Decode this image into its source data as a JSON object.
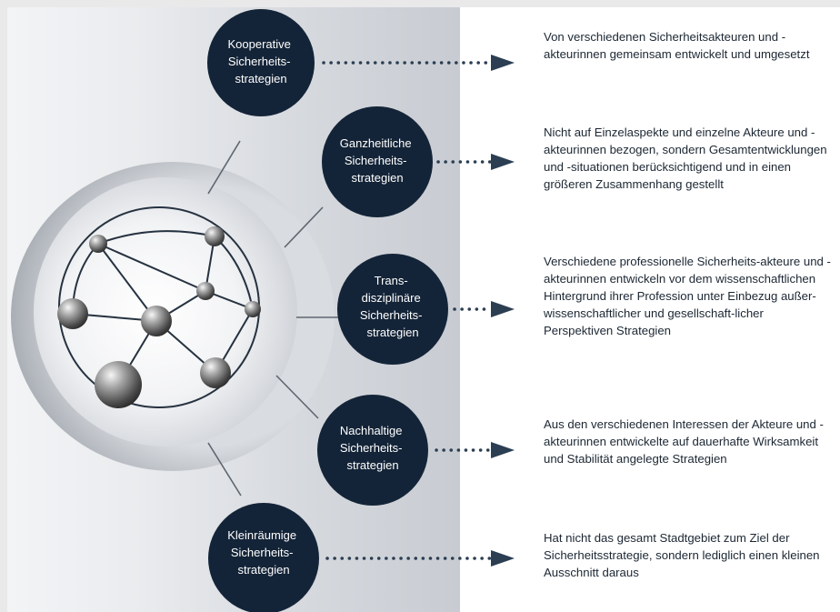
{
  "nodes": [
    {
      "label_lines": [
        "Kooperative",
        "Sicherheits-",
        "strategien"
      ],
      "description": "Von verschiedenen Sicherheitsakteuren und -akteurinnen gemeinsam entwickelt und umgesetzt"
    },
    {
      "label_lines": [
        "Ganzheitliche",
        "Sicherheits-",
        "strategien"
      ],
      "description": "Nicht auf Einzelaspekte und einzelne Akteure und -akteurinnen bezogen, sondern Gesamtentwicklungen und -situationen berücksichtigend und in einen größeren Zusammenhang gestellt"
    },
    {
      "label_lines": [
        "Trans-",
        "disziplinäre",
        "Sicherheits-",
        "strategien"
      ],
      "description": "Verschiedene professionelle Sicherheits-akteure und -akteurinnen entwickeln vor dem wissenschaftlichen Hintergrund ihrer Profession unter Einbezug außer-wissenschaftlicher und gesellschaft-licher Perspektiven Strategien"
    },
    {
      "label_lines": [
        "Nachhaltige",
        "Sicherheits-",
        "strategien"
      ],
      "description": "Aus den verschiedenen Interessen der Akteure und -akteurinnen entwickelte auf dauerhafte Wirksamkeit und Stabilität angelegte Strategien"
    },
    {
      "label_lines": [
        "Kleinräumige",
        "Sicherheits-",
        "strategien"
      ],
      "description": "Hat nicht das gesamt Stadtgebiet zum Ziel der Sicherheitsstrategie, sondern lediglich einen kleinen Ausschnitt daraus"
    }
  ],
  "colors": {
    "node_fill": "#142438",
    "node_text": "#ffffff",
    "arrow": "#2b3e52",
    "connector": "#5e6670",
    "description_text": "#1c2733"
  }
}
